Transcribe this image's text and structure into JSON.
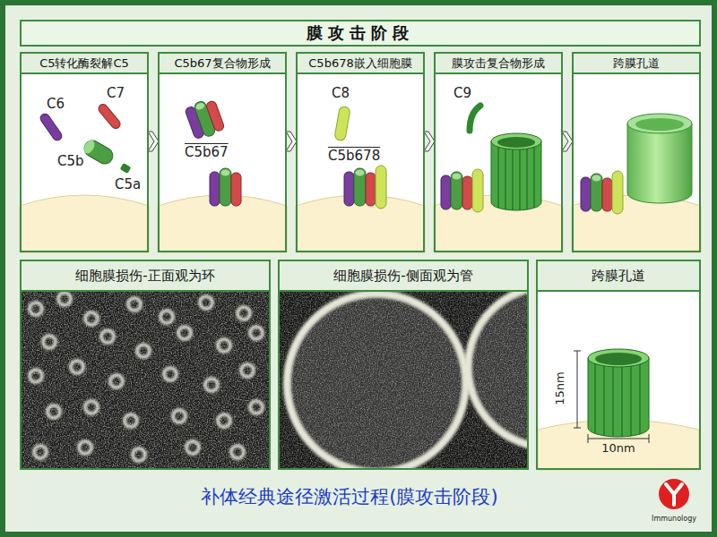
{
  "diagram": {
    "title": "膜攻击阶段",
    "caption": "补体经典途径激活过程(膜攻击阶段)",
    "nodes": [
      {
        "text": [
          "C5转化酶裂解C5"
        ]
      },
      {
        "text": [
          "C5b67复合物形成"
        ]
      },
      {
        "text": [
          "C5b678嵌入细胞膜"
        ]
      },
      {
        "text": [
          "膜攻击复合物形成"
        ]
      },
      {
        "text": [
          "跨膜孔道"
        ]
      },
      {
        "text": [
          "细胞膜损伤-正面观为环"
        ]
      },
      {
        "text": [
          "细胞膜损伤-侧面观为管"
        ]
      },
      {
        "text": [
          "跨膜孔道"
        ]
      }
    ],
    "edges": [
      {
        "from": 0,
        "to": 1,
        "arrow": "to"
      },
      {
        "from": 1,
        "to": 2,
        "arrow": "to"
      },
      {
        "from": 2,
        "to": 3,
        "arrow": "to"
      },
      {
        "from": 3,
        "to": 4,
        "arrow": "to"
      }
    ],
    "labels": [
      "C6",
      "C7",
      "C5b",
      "C5a",
      "C5b67",
      "C8",
      "C5b678",
      "C9",
      "15nm",
      "10nm",
      "Immunology"
    ]
  }
}
